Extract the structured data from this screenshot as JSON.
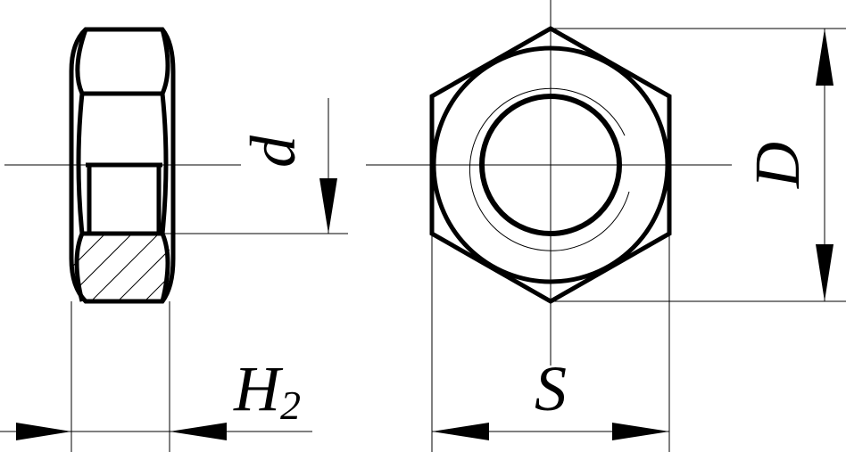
{
  "labels": {
    "d": "d",
    "D": "D",
    "S": "S",
    "H": "H",
    "H_sub": "2"
  },
  "colors": {
    "ink": "#000000",
    "background": "#ffffff"
  }
}
